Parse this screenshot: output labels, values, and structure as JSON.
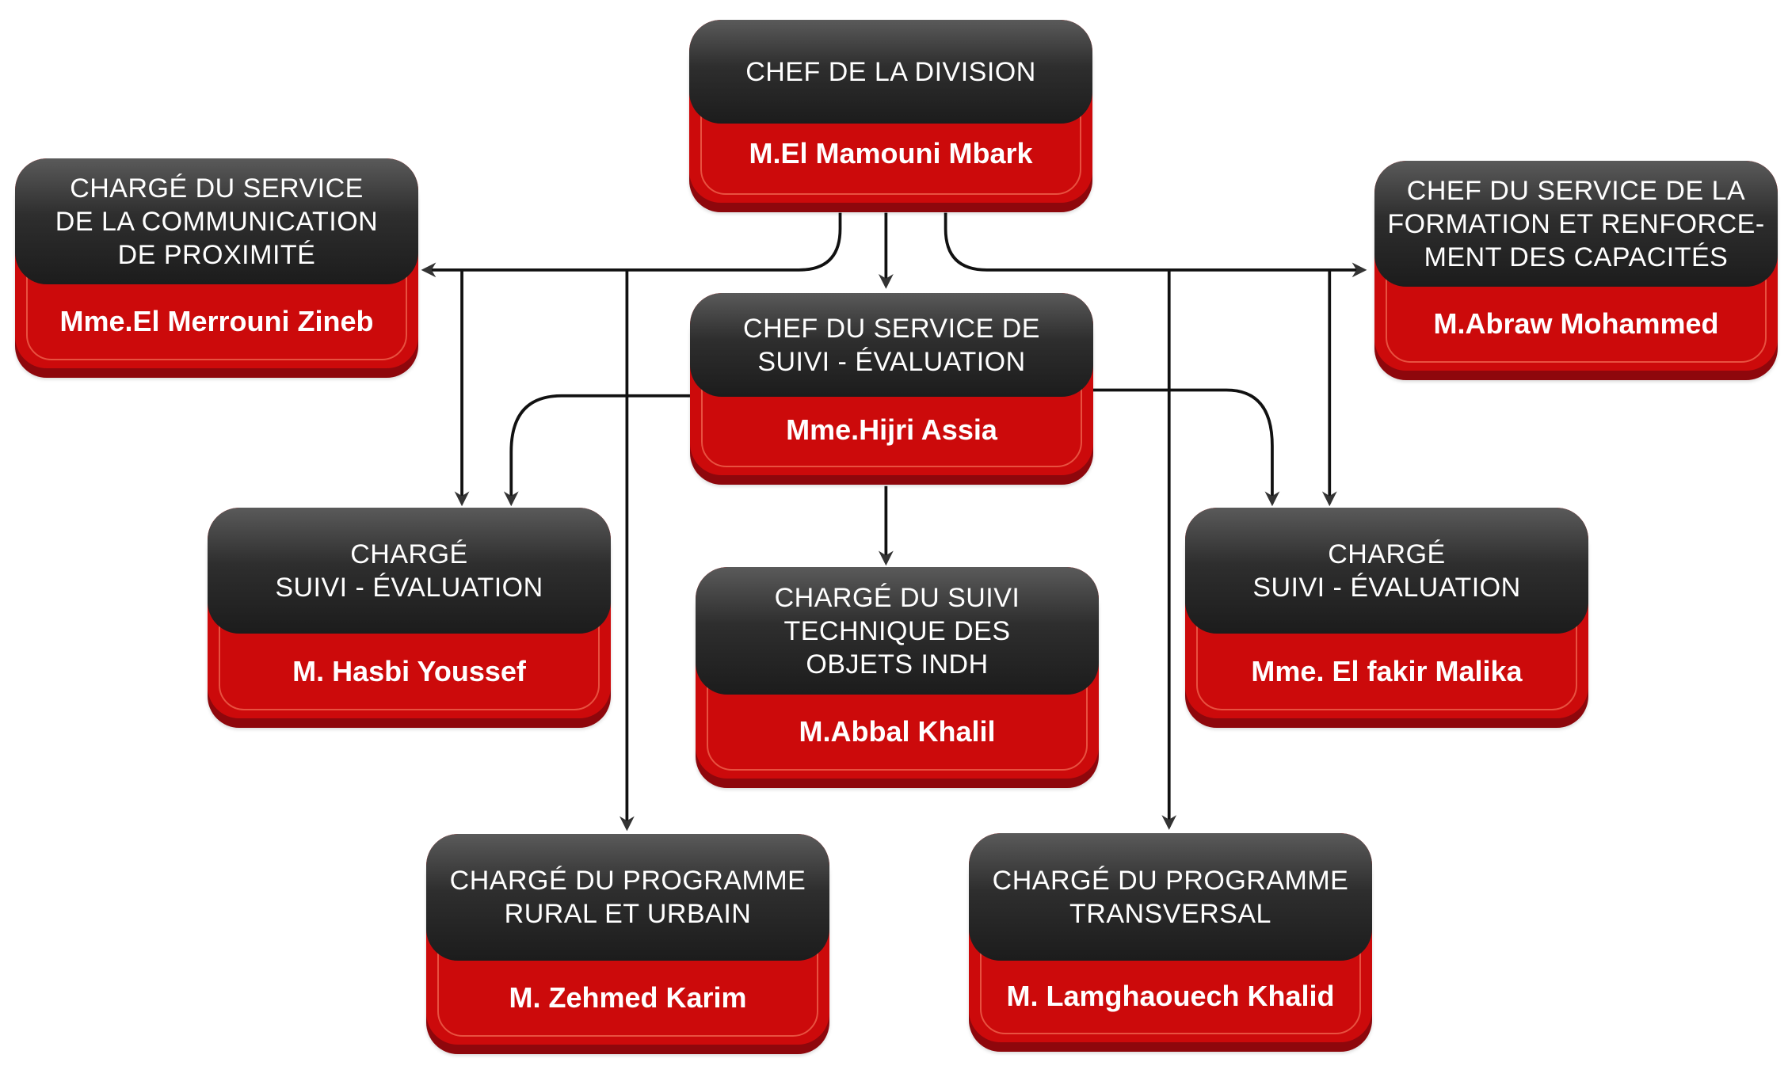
{
  "nodes": [
    {
      "id": "chief",
      "role": "CHEF DE LA DIVISION",
      "name": "M.El Mamouni Mbark"
    },
    {
      "id": "communication",
      "role": "CHARGÉ DU SERVICE\nDE LA COMMUNICATION\nDE PROXIMITÉ",
      "name": "Mme.El Merrouni Zineb"
    },
    {
      "id": "formation",
      "role": "CHEF DU SERVICE DE LA\nFORMATION ET RENFORCE-\nMENT DES CAPACITÉS",
      "name": "M.Abraw Mohammed"
    },
    {
      "id": "suivi",
      "role": "CHEF DU SERVICE DE\nSUIVI - ÉVALUATION",
      "name": "Mme.Hijri Assia"
    },
    {
      "id": "suivi-left",
      "role": "CHARGÉ\nSUIVI - ÉVALUATION",
      "name": "M. Hasbi Youssef"
    },
    {
      "id": "technique",
      "role": "CHARGÉ DU SUIVI\nTECHNIQUE DES\nOBJETS INDH",
      "name": "M.Abbal Khalil"
    },
    {
      "id": "suivi-right",
      "role": "CHARGÉ\nSUIVI - ÉVALUATION",
      "name": "Mme. El fakir Malika"
    },
    {
      "id": "rural",
      "role": "CHARGÉ DU PROGRAMME\nRURAL ET URBAIN",
      "name": "M. Zehmed Karim"
    },
    {
      "id": "transversal",
      "role": "CHARGÉ DU PROGRAMME\nTRANSVERSAL",
      "name": "M. Lamghaouech Khalid"
    }
  ],
  "colors": {
    "header": "#222222",
    "name_band": "#cc0a0b",
    "connector": "#111111"
  }
}
